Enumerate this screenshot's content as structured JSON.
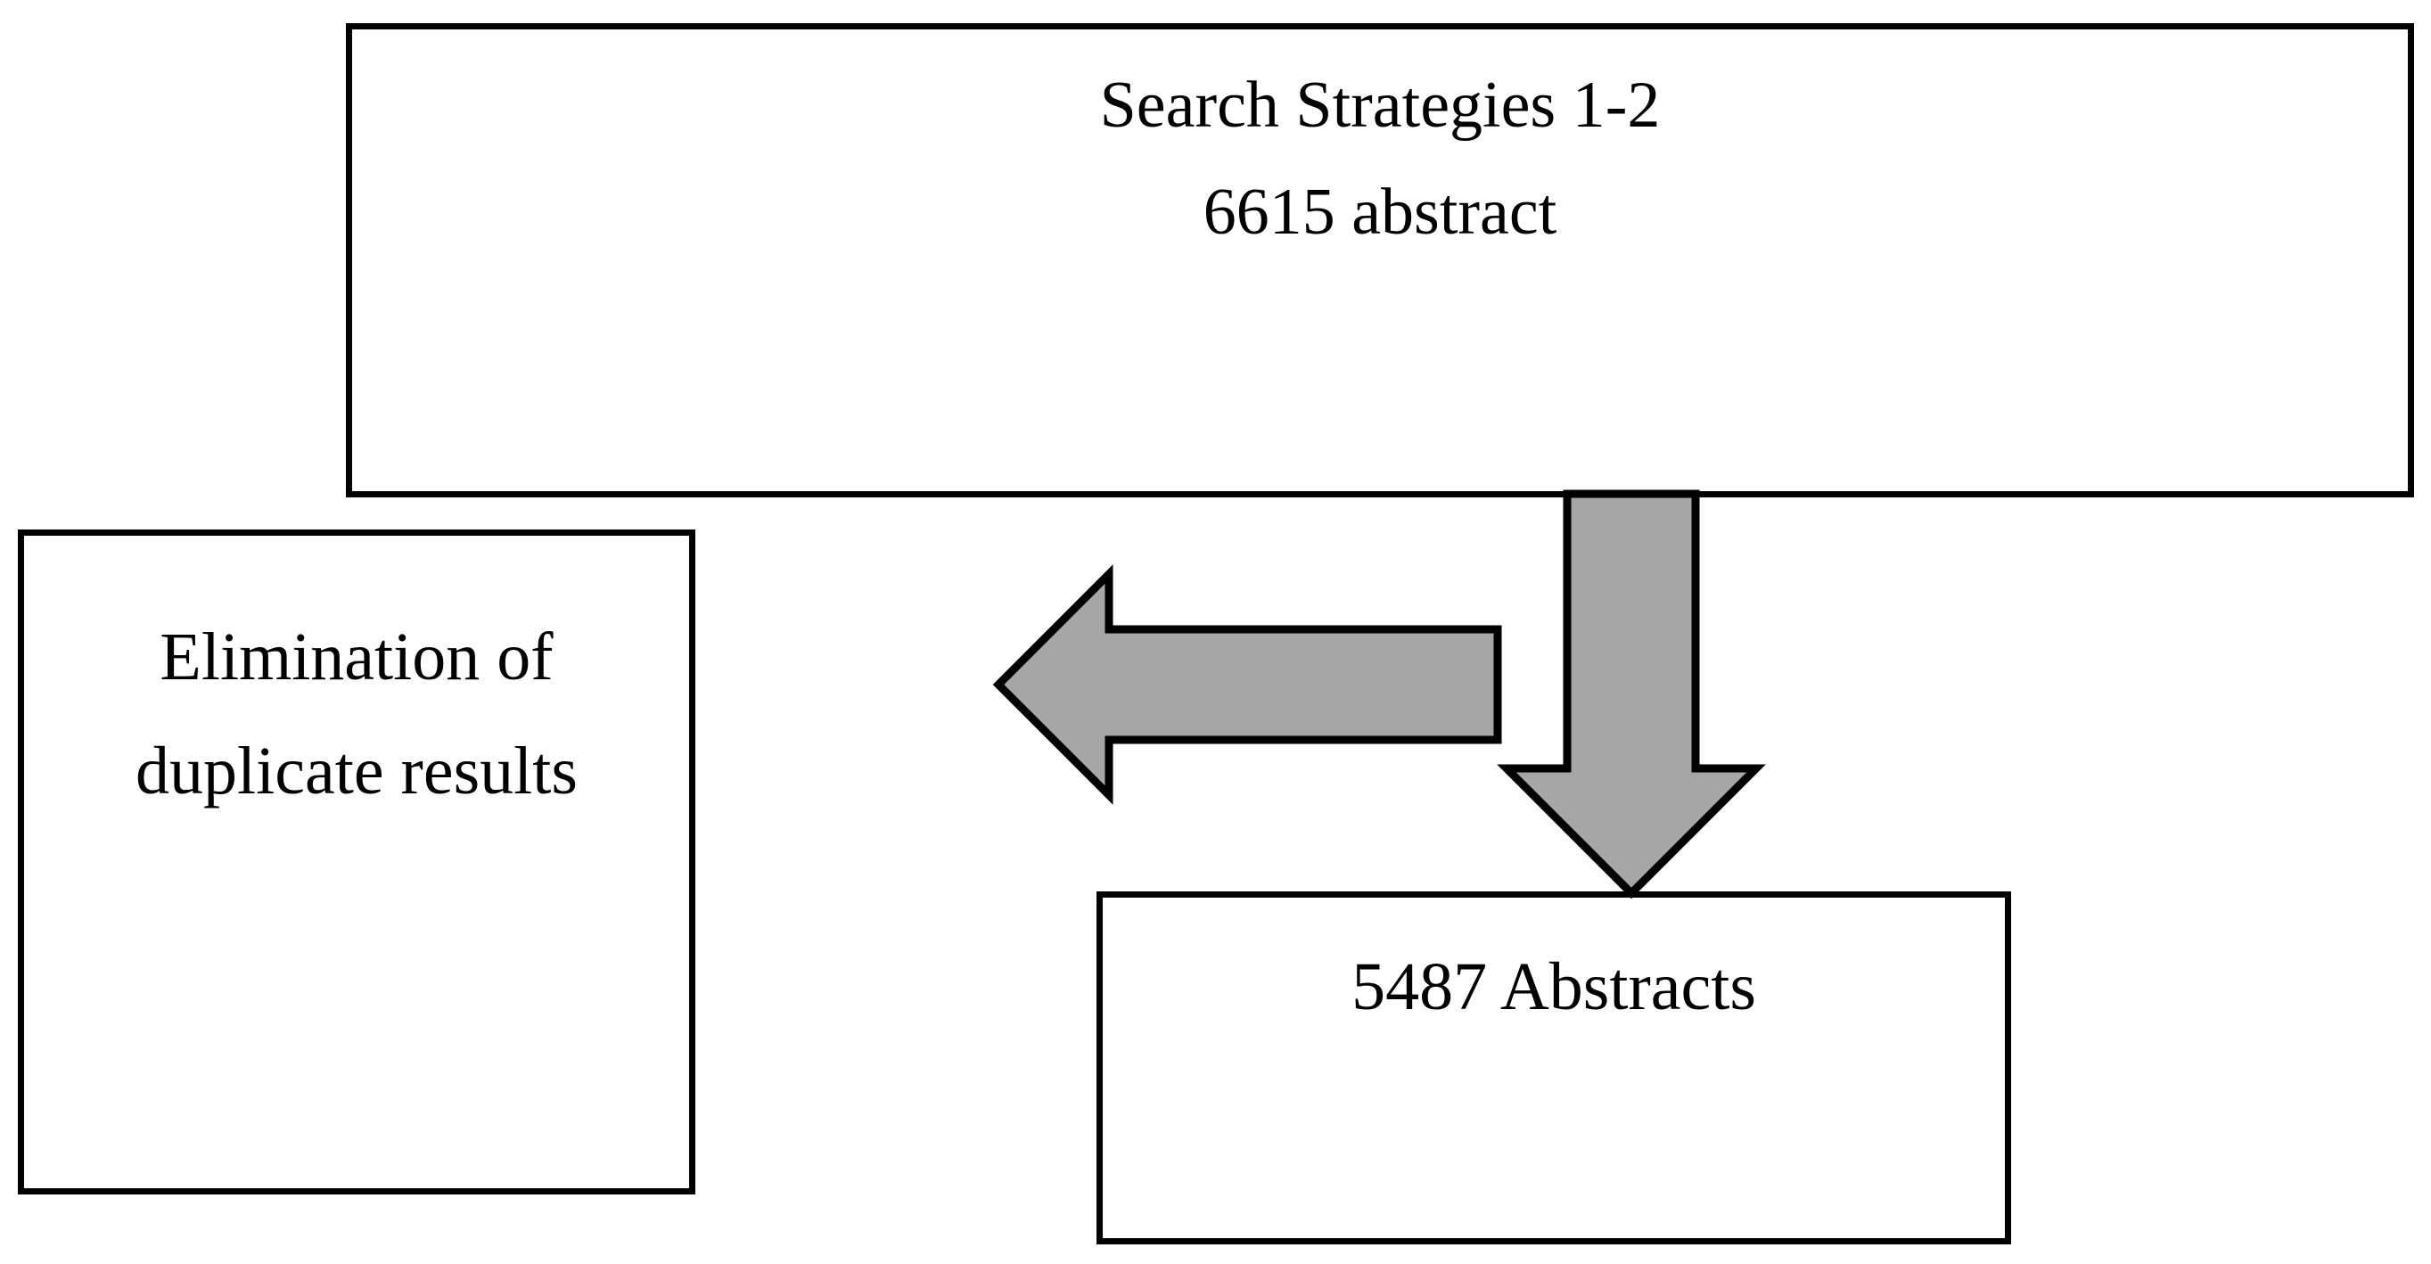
{
  "diagram": {
    "title": "Search strategy flow diagram",
    "background_color": "#FFFFFF",
    "outline_color": "#000000",
    "arrow_fill_color": "#A6A6A6"
  },
  "boxes": {
    "search_strategies": {
      "line_1": "Search Strategies 1-2",
      "line_2": "6615 abstract"
    },
    "elimination": {
      "line_1": "Elimination of",
      "line_2": "duplicate results"
    },
    "abstracts": {
      "line_1": "5487 Abstracts"
    }
  },
  "arrows": [
    {
      "name": "down-arrow",
      "direction": "down",
      "fill": "#A6A6A6",
      "stroke": "#000000",
      "from": "search_strategies",
      "to": "abstracts"
    },
    {
      "name": "left-arrow",
      "direction": "left",
      "fill": "#A6A6A6",
      "stroke": "#000000",
      "from": "abstracts",
      "to": "elimination"
    }
  ]
}
